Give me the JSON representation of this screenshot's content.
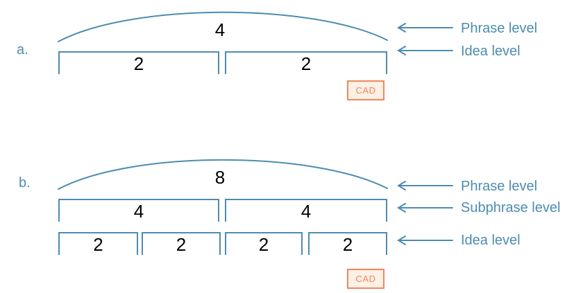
{
  "colors": {
    "accent_blue": "#4C8CB0",
    "bracket_blue": "#4D8CAF",
    "number_black": "#000000",
    "cad_orange": "#F0875D",
    "cad_fill": "#FDF0E5"
  },
  "section_a": {
    "label": "a.",
    "phrase_value": "4",
    "idea_values": [
      "2",
      "2"
    ],
    "cad_label": "CAD",
    "arrows": [
      {
        "label": "Phrase level"
      },
      {
        "label": "Idea level"
      }
    ]
  },
  "section_b": {
    "label": "b.",
    "phrase_value": "8",
    "subphrase_values": [
      "4",
      "4"
    ],
    "idea_values": [
      "2",
      "2",
      "2",
      "2"
    ],
    "cad_label": "CAD",
    "arrows": [
      {
        "label": "Phrase level"
      },
      {
        "label": "Subphrase level"
      },
      {
        "label": "Idea level"
      }
    ]
  }
}
